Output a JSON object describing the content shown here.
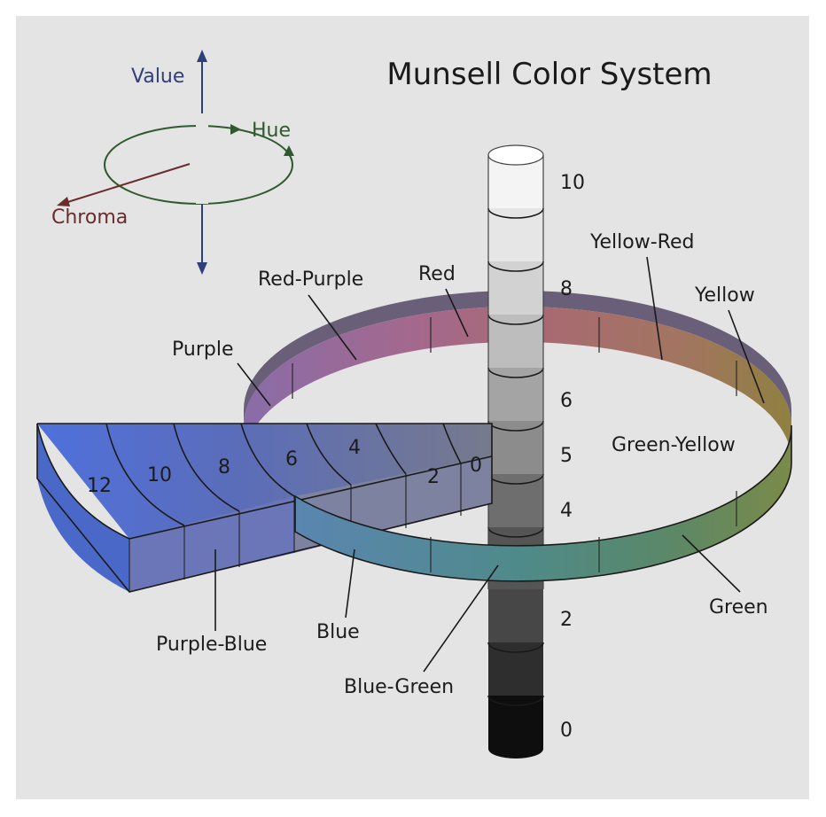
{
  "title": "Munsell Color System",
  "axes": {
    "value": "Value",
    "hue": "Hue",
    "chroma": "Chroma"
  },
  "value_scale": [
    "10",
    "8",
    "6",
    "5",
    "4",
    "2",
    "0"
  ],
  "chroma_scale": [
    "12",
    "10",
    "8",
    "6",
    "4",
    "2",
    "0"
  ],
  "hues": {
    "red": "Red",
    "yellow_red": "Yellow-Red",
    "yellow": "Yellow",
    "green_yellow": "Green-Yellow",
    "green": "Green",
    "blue_green": "Blue-Green",
    "blue": "Blue",
    "purple_blue": "Purple-Blue",
    "purple": "Purple",
    "red_purple": "Red-Purple"
  },
  "colors": {
    "background": "#e4e4e4",
    "value_axis": "#2f3f7a",
    "hue_axis": "#2f5a2f",
    "chroma_axis": "#6b2c2c"
  }
}
